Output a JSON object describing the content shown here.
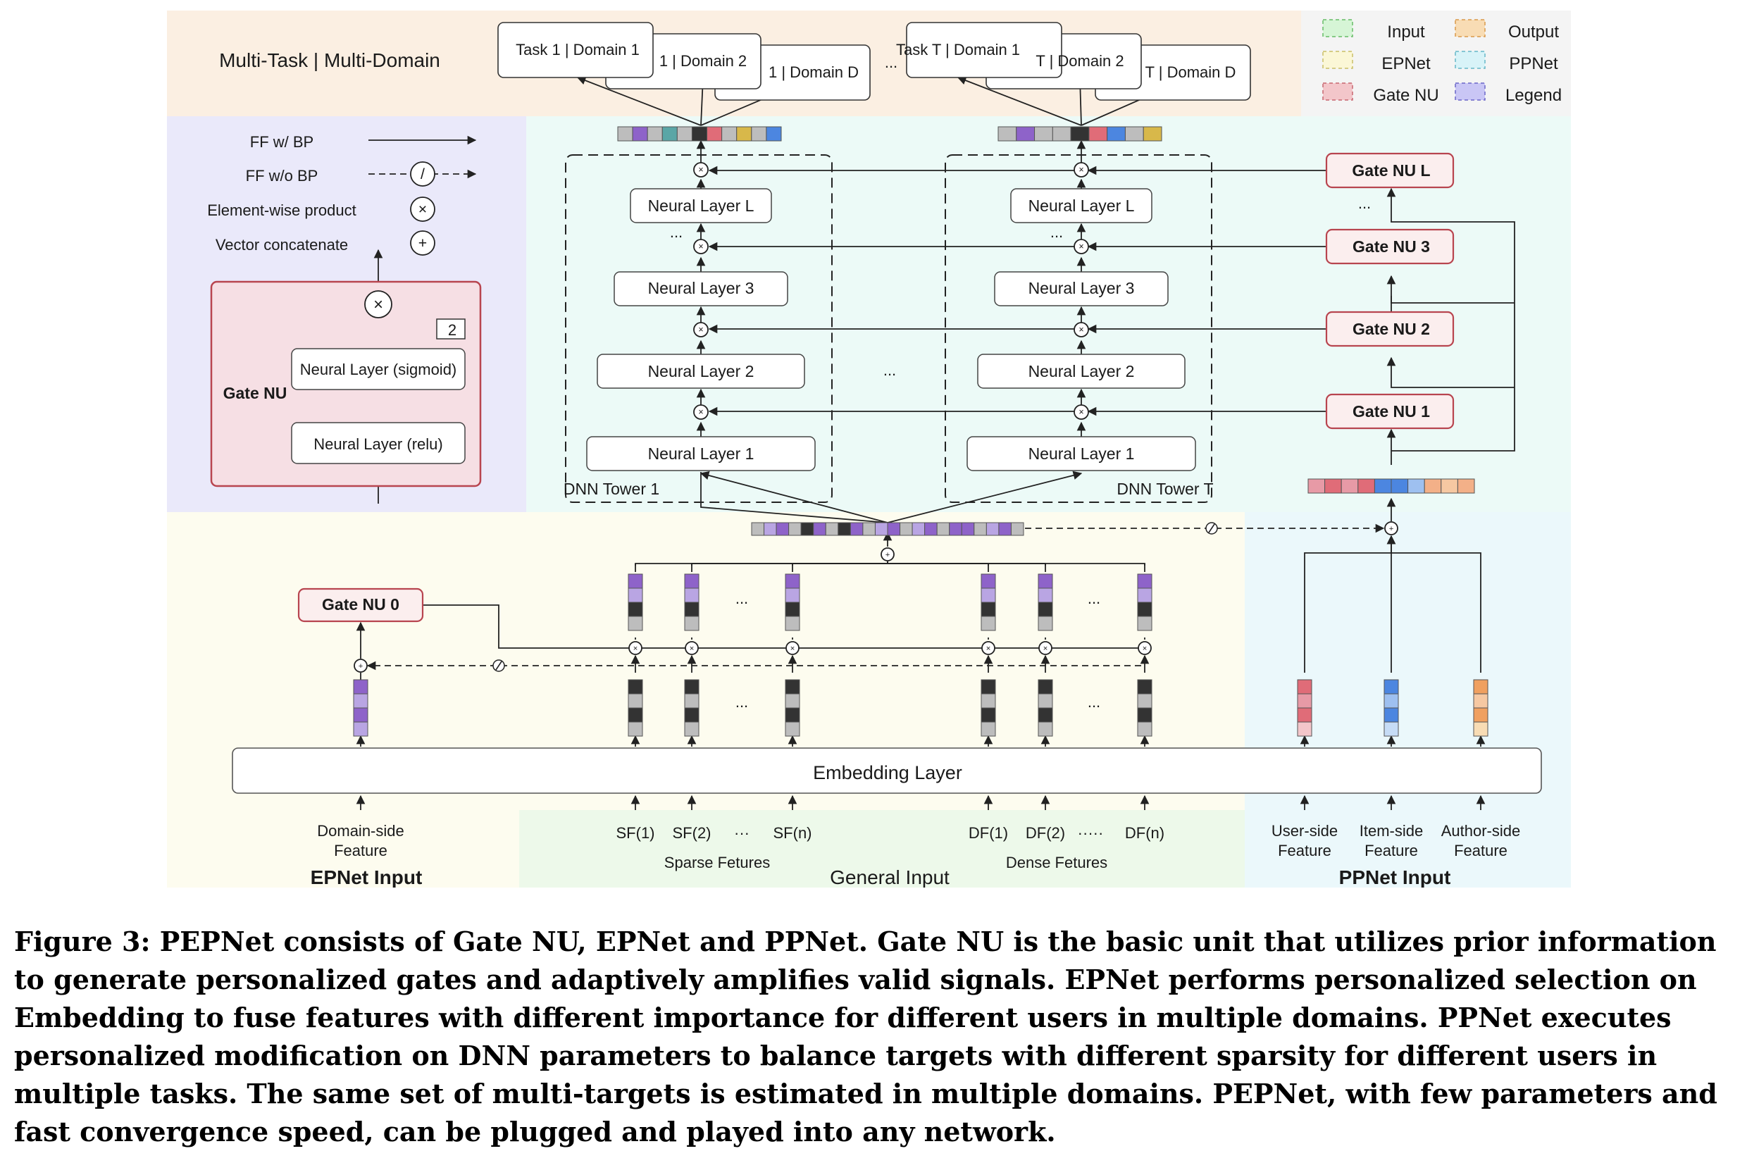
{
  "header": {
    "title": "Multi-Task | Multi-Domain"
  },
  "outputs": {
    "group1": [
      "Task 1 | Domain 1",
      "1 | Domain 2",
      "1 | Domain D"
    ],
    "group2": [
      "Task T | Domain 1",
      "T | Domain 2",
      "T | Domain D"
    ],
    "ellipsis": "..."
  },
  "legend": {
    "items": [
      {
        "label": "Input",
        "color": "#d6f5d6",
        "stroke": "#66bb66"
      },
      {
        "label": "Output",
        "color": "#f8dcb4",
        "stroke": "#d99a4a"
      },
      {
        "label": "EPNet",
        "color": "#fbf7d6",
        "stroke": "#c9bf66"
      },
      {
        "label": "PPNet",
        "color": "#d8f3f8",
        "stroke": "#66b8c8"
      },
      {
        "label": "Gate NU",
        "color": "#f3c6ca",
        "stroke": "#c86670"
      },
      {
        "label": "Legend",
        "color": "#c9c6f5",
        "stroke": "#6b66c8"
      }
    ]
  },
  "notation": {
    "ff_bp": "FF w/ BP",
    "ff_nobp": "FF w/o BP",
    "elementwise": "Element-wise product",
    "concat": "Vector concatenate",
    "stop_symbol": "/",
    "times_symbol": "X",
    "plus_symbol": "+"
  },
  "gate_nu_detail": {
    "title": "Gate NU",
    "sigmoid_layer": "Neural Layer (sigmoid)",
    "relu_layer": "Neural Layer (relu)",
    "scale": "2"
  },
  "towers": {
    "tower1_label": "DNN Tower 1",
    "towerT_label": "DNN Tower T",
    "layers": [
      "Neural Layer 1",
      "Neural Layer 2",
      "Neural Layer 3",
      "Neural Layer L"
    ],
    "ellipsis": "...",
    "between": "..."
  },
  "gates": {
    "ppnet": [
      "Gate NU 1",
      "Gate NU 2",
      "Gate NU 3",
      "Gate NU L"
    ],
    "epnet": "Gate NU 0",
    "ellipsis": "..."
  },
  "embedding": {
    "label": "Embedding Layer"
  },
  "inputs": {
    "domain_side": [
      "Domain-side",
      "Feature"
    ],
    "sparse": [
      "SF(1)",
      "SF(2)",
      "···",
      "SF(n)"
    ],
    "sparse_group": "Sparse Fetures",
    "dense": [
      "DF(1)",
      "DF(2)",
      "·····",
      "DF(n)"
    ],
    "dense_group": "Dense Fetures",
    "user_side": [
      "User-side",
      "Feature"
    ],
    "item_side": [
      "Item-side",
      "Feature"
    ],
    "author_side": [
      "Author-side",
      "Feature"
    ],
    "vector_ellipsis": "..."
  },
  "regions": {
    "epnet_input": "EPNet Input",
    "general_input": "General Input",
    "ppnet_input": "PPNet Input"
  },
  "caption": "Figure 3: PEPNet consists of Gate NU, EPNet and PPNet. Gate NU is the basic unit that utilizes prior information to generate personalized gates and adaptively amplifies valid signals. EPNet performs personalized selection on Embedding to fuse features with different importance for different users in multiple domains. PPNet executes personalized modification on DNN parameters to balance targets with different sparsity for different users in multiple tasks. The same set of multi-targets is estimated in multiple domains. PEPNet, with few parameters and fast convergence speed, can be plugged and played into any network.",
  "colors": {
    "header_bg": "#fbefe2",
    "legend_bg": "#eae9fa",
    "tower_bg": "#ecfaf7",
    "epnet_bg": "#fdfcef",
    "general_bg": "#edf9ea",
    "ppnet_bg": "#ebf8fb",
    "gate_fill": "#fbeeee",
    "gate_stroke": "#b8454f",
    "gate_detail_bg": "#f6dfe4",
    "purple": "#8e63c9",
    "light_purple": "#b9a5e3",
    "dark": "#333333",
    "gray": "#bdbdbd",
    "pink": "#e3818f",
    "blue": "#4c86e0",
    "orange": "#f0a060"
  }
}
